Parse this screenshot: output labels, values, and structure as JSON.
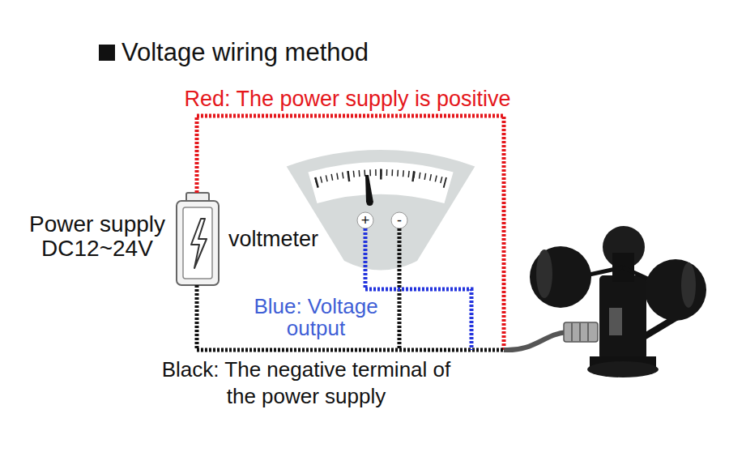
{
  "diagram": {
    "title": "Voltage wiring method",
    "labels": [
      "Red: The power supply is positive",
      "Power supply DC12~24V",
      "+",
      "-",
      "voltmeter",
      "Blue: Voltage output",
      "Black: The negative terminal of the power supply"
    ]
  }
}
